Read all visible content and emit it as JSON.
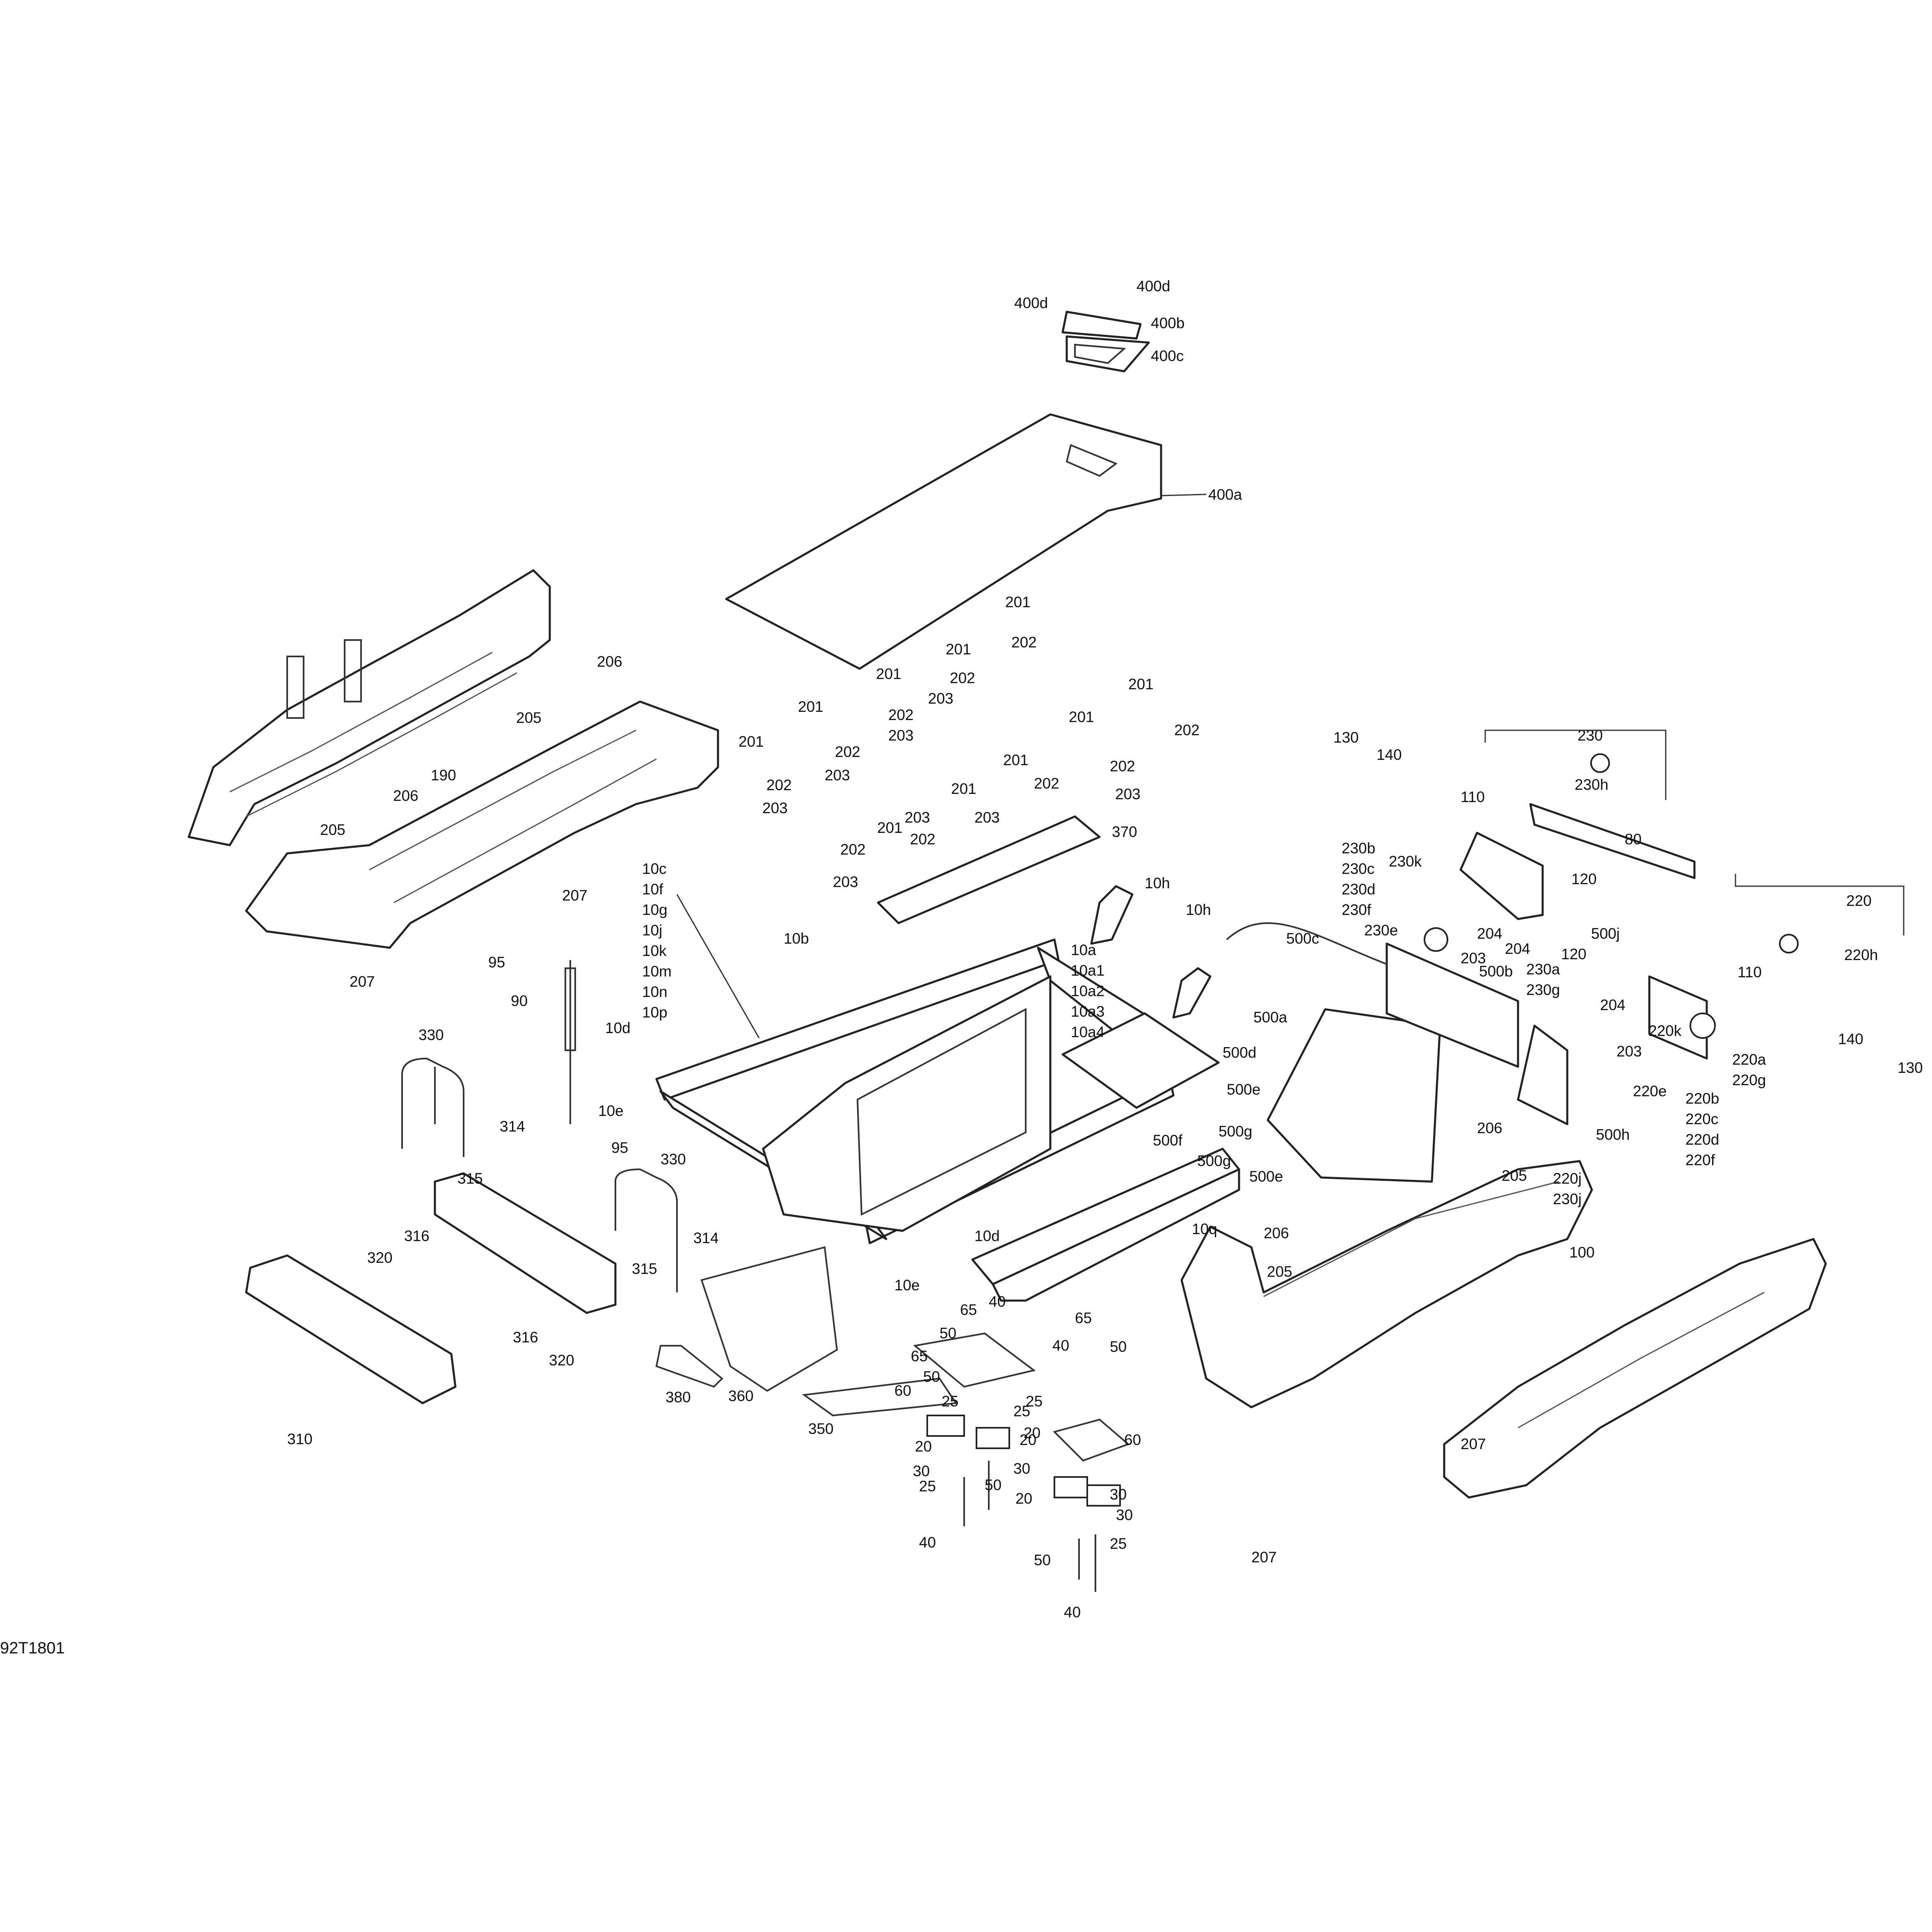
{
  "diagram": {
    "reference_code": "92T1801",
    "callouts": [
      "400d",
      "400d",
      "400b",
      "400c",
      "400a",
      "201",
      "202",
      "201",
      "202",
      "203",
      "201",
      "202",
      "203",
      "201",
      "202",
      "203",
      "201",
      "202",
      "203",
      "201",
      "202",
      "201",
      "202",
      "203",
      "201",
      "202",
      "203",
      "201",
      "202",
      "203",
      "201",
      "202",
      "203",
      "370",
      "206",
      "205",
      "190",
      "206",
      "205",
      "207",
      "207",
      "10c",
      "10f",
      "10g",
      "10j",
      "10k",
      "10m",
      "10n",
      "10p",
      "10b",
      "10h",
      "10h",
      "10a",
      "10a1",
      "10a2",
      "10a3",
      "10a4",
      "95",
      "90",
      "95",
      "10d",
      "10e",
      "10d",
      "10e",
      "10q",
      "330",
      "314",
      "315",
      "316",
      "320",
      "330",
      "314",
      "315",
      "316",
      "320",
      "310",
      "360",
      "380",
      "350",
      "65",
      "50",
      "40",
      "65",
      "50",
      "60",
      "25",
      "20",
      "20",
      "25",
      "30",
      "25",
      "30",
      "50",
      "40",
      "40",
      "65",
      "50",
      "60",
      "25",
      "20",
      "30",
      "20",
      "30",
      "25",
      "50",
      "40",
      "130",
      "140",
      "110",
      "230",
      "230h",
      "80",
      "120",
      "120",
      "230b",
      "230c",
      "230d",
      "230f",
      "230k",
      "230e",
      "204",
      "203",
      "204",
      "230a",
      "230g",
      "500j",
      "500c",
      "500b",
      "500a",
      "500d",
      "500e",
      "500f",
      "500g",
      "500g",
      "500e",
      "500h",
      "206",
      "205",
      "220j",
      "230j",
      "206",
      "205",
      "100",
      "207",
      "207",
      "220",
      "220h",
      "110",
      "204",
      "220k",
      "203",
      "220e",
      "220a",
      "220g",
      "220b",
      "220c",
      "220d",
      "220f",
      "140",
      "130"
    ]
  }
}
